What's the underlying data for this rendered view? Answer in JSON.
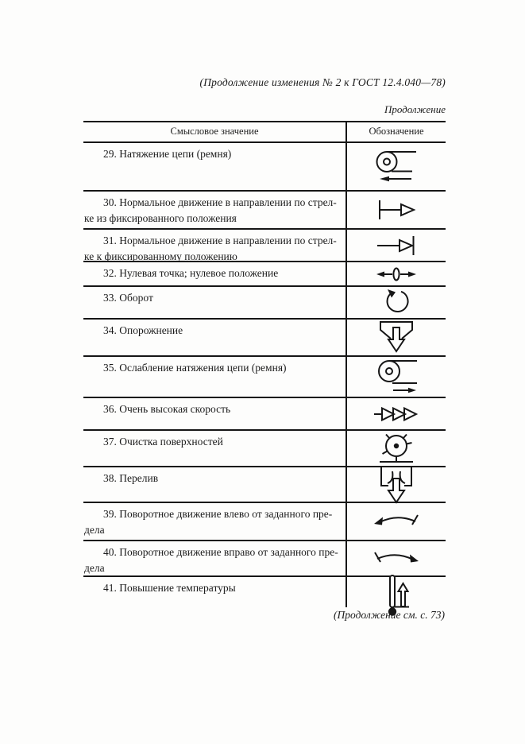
{
  "page": {
    "header_note": "(Продолжение изменения № 2 к ГОСТ 12.4.040—78)",
    "continuation_label": "Продолжение",
    "footer_note": "(Продолжение см. с. 73)"
  },
  "table": {
    "headers": [
      "Смысловое  значение",
      "Обозначение"
    ],
    "rows": [
      {
        "num": 29,
        "line1": "29. Натяжение цепи (ремня)",
        "icon": "chain-tension-icon"
      },
      {
        "num": 30,
        "line1": "30. Нормальное движение в направлении по стрел-",
        "line2": "ке из фиксированного положения",
        "icon": "move-from-fixed-position-icon"
      },
      {
        "num": 31,
        "line1": "31. Нормальное движение в направлении по стрел-",
        "line2": "ке к фиксированному положению",
        "icon": "move-to-fixed-position-icon"
      },
      {
        "num": 32,
        "line1": "32. Нулевая точка; нулевое положение",
        "icon": "zero-point-icon"
      },
      {
        "num": 33,
        "line1": "33. Оборот",
        "icon": "revolution-icon"
      },
      {
        "num": 34,
        "line1": "34. Опорожнение",
        "icon": "emptying-icon"
      },
      {
        "num": 35,
        "line1": "35. Ослабление натяжения цепи (ремня)",
        "icon": "chain-slack-icon"
      },
      {
        "num": 36,
        "line1": "36. Очень высокая скорость",
        "icon": "very-high-speed-icon"
      },
      {
        "num": 37,
        "line1": "37. Очистка поверхностей",
        "icon": "surface-cleaning-icon"
      },
      {
        "num": 38,
        "line1": "38. Перелив",
        "icon": "overflow-icon"
      },
      {
        "num": 39,
        "line1": "39. Поворотное движение влево от заданного пре-",
        "line2": "дела",
        "icon": "turn-left-from-limit-icon"
      },
      {
        "num": 40,
        "line1": "40. Поворотное движение вправо от заданного пре-",
        "line2": "дела",
        "icon": "turn-right-from-limit-icon"
      },
      {
        "num": 41,
        "line1": "41. Повышение температуры",
        "icon": "temperature-rise-icon"
      }
    ]
  }
}
